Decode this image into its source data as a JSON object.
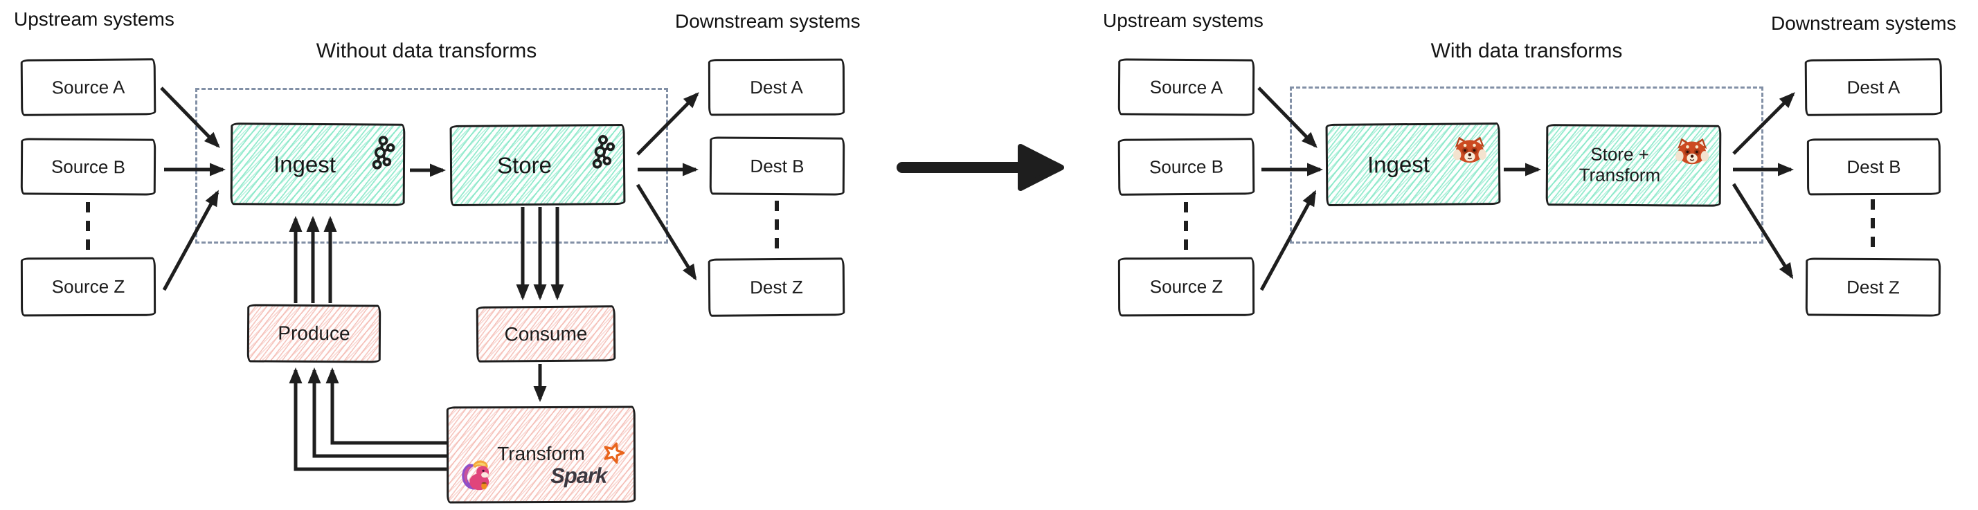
{
  "left": {
    "upstream_label": "Upstream systems",
    "downstream_label": "Downstream systems",
    "title": "Without data transforms",
    "sources": [
      "Source A",
      "Source B",
      "Source Z"
    ],
    "dests": [
      "Dest A",
      "Dest B",
      "Dest Z"
    ],
    "ingest": "Ingest",
    "store": "Store",
    "produce": "Produce",
    "consume": "Consume",
    "transform": "Transform",
    "spark": "Spark"
  },
  "right": {
    "upstream_label": "Upstream systems",
    "downstream_label": "Downstream systems",
    "title": "With data transforms",
    "sources": [
      "Source A",
      "Source B",
      "Source Z"
    ],
    "dests": [
      "Dest A",
      "Dest B",
      "Dest Z"
    ],
    "ingest": "Ingest",
    "store_transform_line1": "Store +",
    "store_transform_line2": "Transform"
  },
  "icons": {
    "kafka": "kafka-logo",
    "flink": "flink-squirrel",
    "spark_star": "spark-star",
    "redpanda": "redpanda-face"
  },
  "colors": {
    "ink": "#1e1e1e",
    "mint": "#7de6c3",
    "pink": "#f3b3aa",
    "dash-blue": "#8290a6",
    "spark-orange": "#e8641c",
    "spark-text": "#3c3840"
  }
}
